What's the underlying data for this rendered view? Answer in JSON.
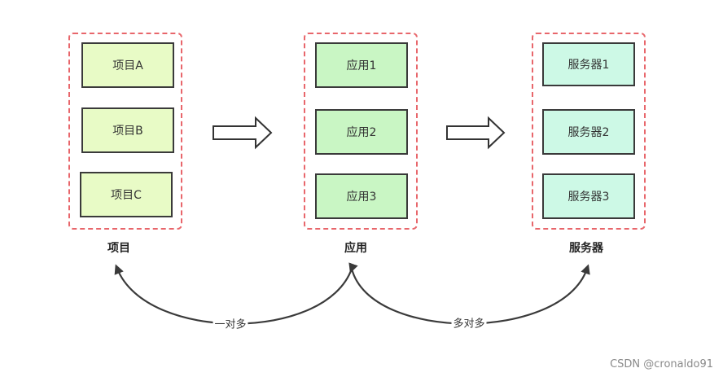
{
  "groups": {
    "project": {
      "caption": "项目",
      "items": [
        "项目A",
        "项目B",
        "项目C"
      ]
    },
    "application": {
      "caption": "应用",
      "items": [
        "应用1",
        "应用2",
        "应用3"
      ]
    },
    "server": {
      "caption": "服务器",
      "items": [
        "服务器1",
        "服务器2",
        "服务器3"
      ]
    }
  },
  "relations": {
    "project_app": "一对多",
    "app_server": "多对多"
  },
  "watermark": "CSDN @cronaldo91",
  "colors": {
    "group_border": "#e8666b",
    "project_fill": "#e8fbc6",
    "application_fill": "#c9f6c4",
    "server_fill": "#cdf9e6"
  }
}
